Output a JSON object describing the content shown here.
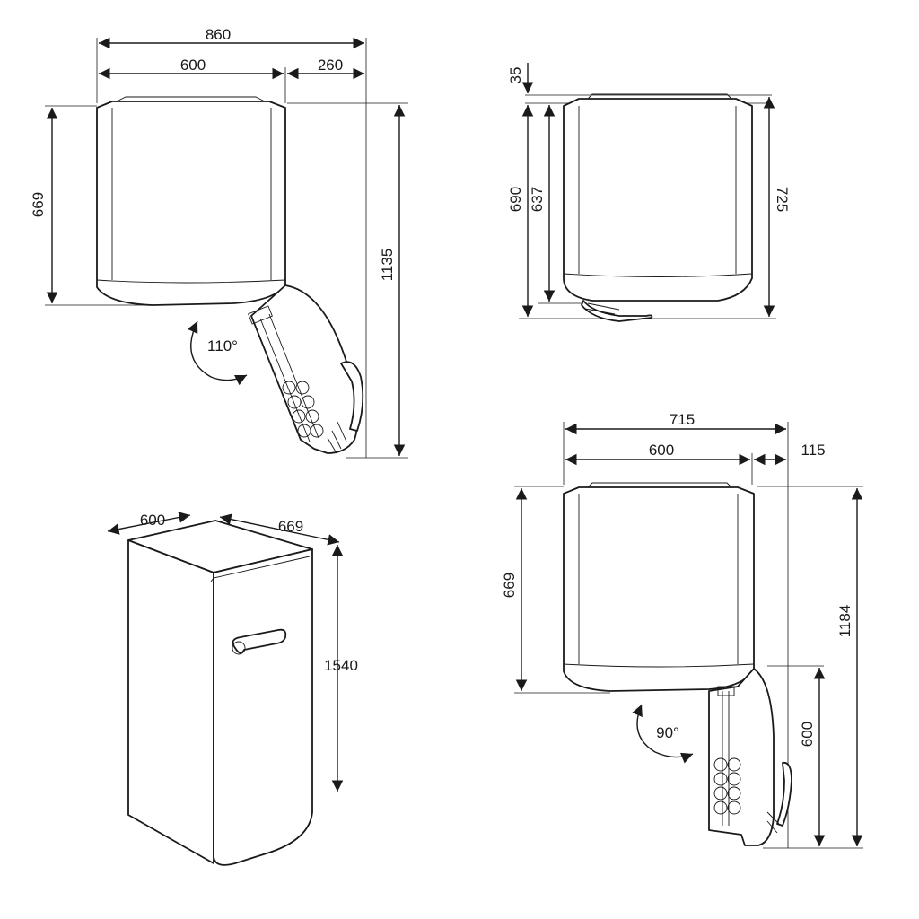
{
  "views": {
    "top_110": {
      "overall_width": "860",
      "body_width": "600",
      "door_swing_extra": "260",
      "body_depth": "669",
      "total_depth_door_open": "1135",
      "door_angle": "110°"
    },
    "side": {
      "top_offset": "35",
      "depth_690": "690",
      "depth_637": "637",
      "depth_725": "725"
    },
    "perspective": {
      "width": "600",
      "depth": "669",
      "height": "1540"
    },
    "top_90": {
      "overall_width": "715",
      "body_width": "600",
      "door_swing_extra": "115",
      "body_depth": "669",
      "total_depth_door_open": "1184",
      "door_depth": "600",
      "door_angle": "90°"
    }
  },
  "colors": {
    "line": "#1a1a1a",
    "background": "#ffffff"
  }
}
